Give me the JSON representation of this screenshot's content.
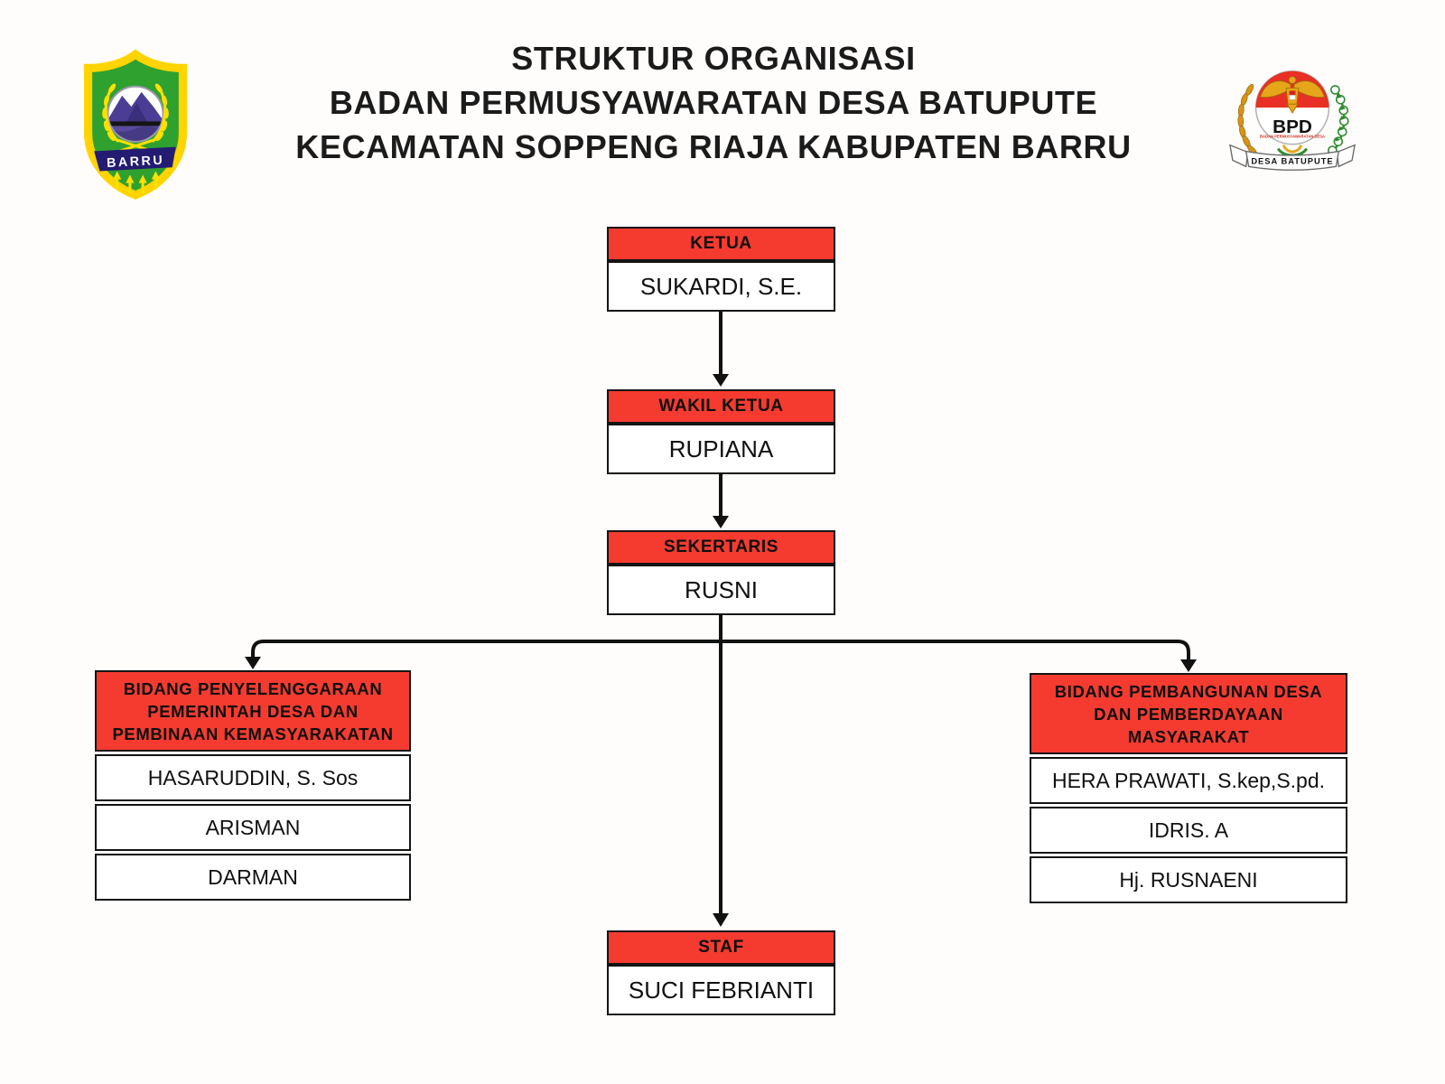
{
  "title": {
    "line1": "STRUKTUR ORGANISASI",
    "line2": "BADAN PERMUSYAWARATAN DESA BATUPUTE",
    "line3": "KECAMATAN SOPPENG RIAJA KABUPATEN BARRU"
  },
  "logos": {
    "left": {
      "name": "lambang-kabupaten-barru",
      "banner_text": "BARRU"
    },
    "right": {
      "name": "logo-bpd-desa-batupute",
      "acronym": "BPD",
      "subtext": "BADAN PERMUSYAWARATAN DESA",
      "ribbon_text": "DESA BATUPUTE"
    }
  },
  "colors": {
    "header_red": "#f53b30",
    "line_black": "#111111",
    "box_border": "#141414",
    "shield_green": "#2fa12f",
    "shield_gold": "#ffd400",
    "banner_navy": "#241b72",
    "garuda_gold": "#e7a61a",
    "flag_red": "#e83024"
  },
  "org": {
    "nodes": [
      {
        "id": "ketua",
        "title": "KETUA",
        "members": [
          "SUKARDI, S.E."
        ]
      },
      {
        "id": "wakil-ketua",
        "title": "WAKIL KETUA",
        "members": [
          "RUPIANA"
        ]
      },
      {
        "id": "sekertaris",
        "title": "SEKERTARIS",
        "members": [
          "RUSNI"
        ]
      },
      {
        "id": "bidang-penyelenggaraan",
        "title": "BIDANG PENYELENGGARAAN PEMERINTAH DESA DAN PEMBINAAN KEMASYARAKATAN",
        "members": [
          "HASARUDDIN, S. Sos",
          "ARISMAN",
          "DARMAN"
        ]
      },
      {
        "id": "bidang-pembangunan",
        "title": "BIDANG PEMBANGUNAN DESA DAN PEMBERDAYAAN MASYARAKAT",
        "members": [
          "HERA PRAWATI, S.kep,S.pd.",
          "IDRIS. A",
          "Hj. RUSNAENI"
        ]
      },
      {
        "id": "staf",
        "title": "STAF",
        "members": [
          "SUCI FEBRIANTI"
        ]
      }
    ]
  }
}
